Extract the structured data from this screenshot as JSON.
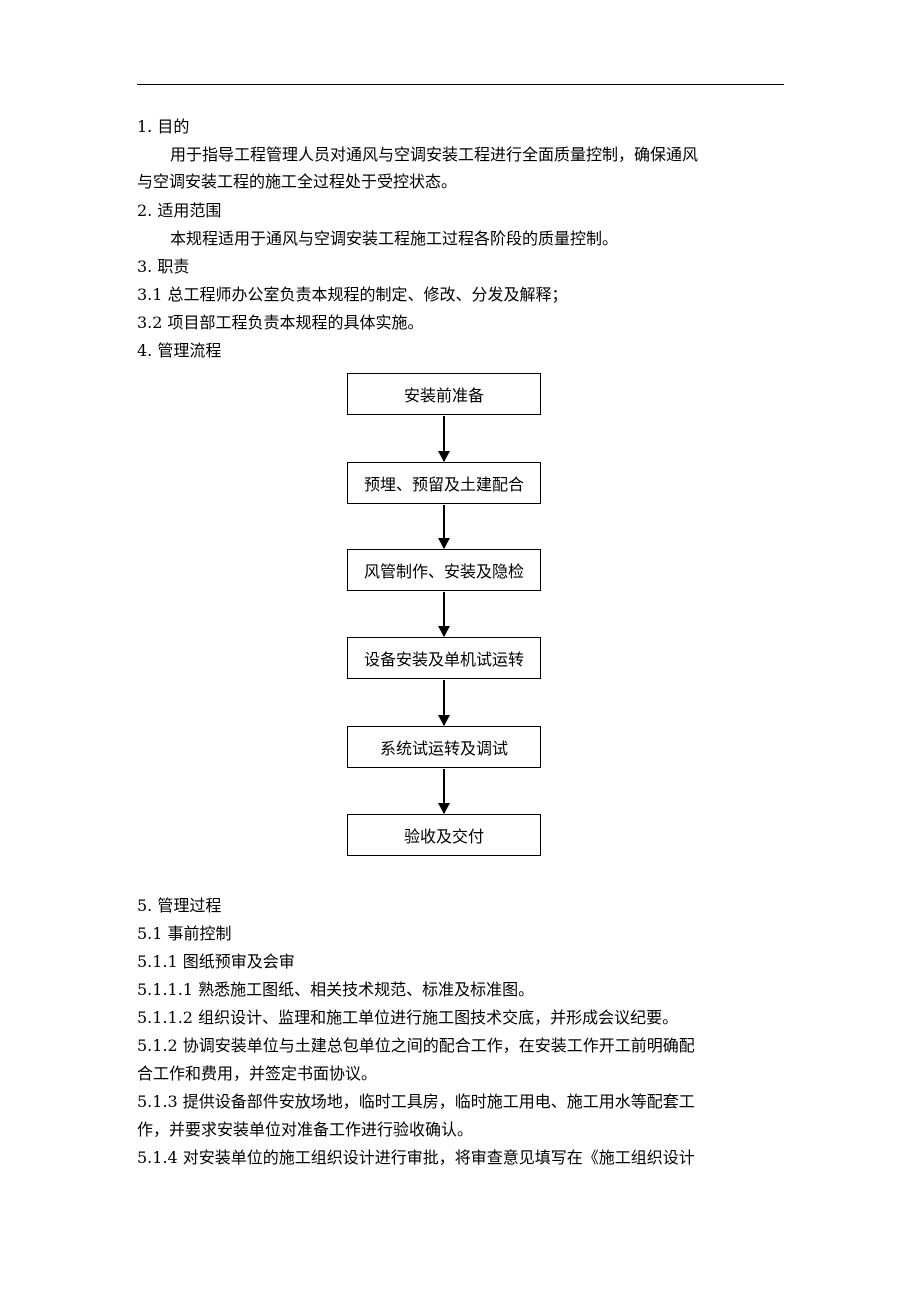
{
  "sections": {
    "s1_title": "1. 目的",
    "s1_body_1": "用于指导工程管理人员对通风与空调安装工程进行全面质量控制，确保通风",
    "s1_body_2": "与空调安装工程的施工全过程处于受控状态。",
    "s2_title": "2. 适用范围",
    "s2_body": "本规程适用于通风与空调安装工程施工过程各阶段的质量控制。",
    "s3_title": "3. 职责",
    "s3_1": "3.1  总工程师办公室负责本规程的制定、修改、分发及解释；",
    "s3_2": "3.2  项目部工程负责本规程的具体实施。",
    "s4_title": "4. 管理流程"
  },
  "flowchart": {
    "steps": [
      "安装前准备",
      "预埋、预留及土建配合",
      "风管制作、安装及隐检",
      "设备安装及单机试运转",
      "系统试运转及调试",
      "验收及交付"
    ]
  },
  "process": {
    "s5_title": "5. 管理过程",
    "s5_1": "5.1  事前控制",
    "s5_1_1": "5.1.1  图纸预审及会审",
    "s5_1_1_1": "5.1.1.1  熟悉施工图纸、相关技术规范、标准及标准图。",
    "s5_1_1_2": "5.1.1.2  组织设计、监理和施工单位进行施工图技术交底，并形成会议纪要。",
    "s5_1_2_a": "5.1.2  协调安装单位与土建总包单位之间的配合工作，在安装工作开工前明确配",
    "s5_1_2_b": "合工作和费用，并签定书面协议。",
    "s5_1_3_a": "5.1.3  提供设备部件安放场地，临时工具房，临时施工用电、施工用水等配套工",
    "s5_1_3_b": "作，并要求安装单位对准备工作进行验收确认。",
    "s5_1_4": "5.1.4  对安装单位的施工组织设计进行审批，将审查意见填写在《施工组织设计"
  }
}
